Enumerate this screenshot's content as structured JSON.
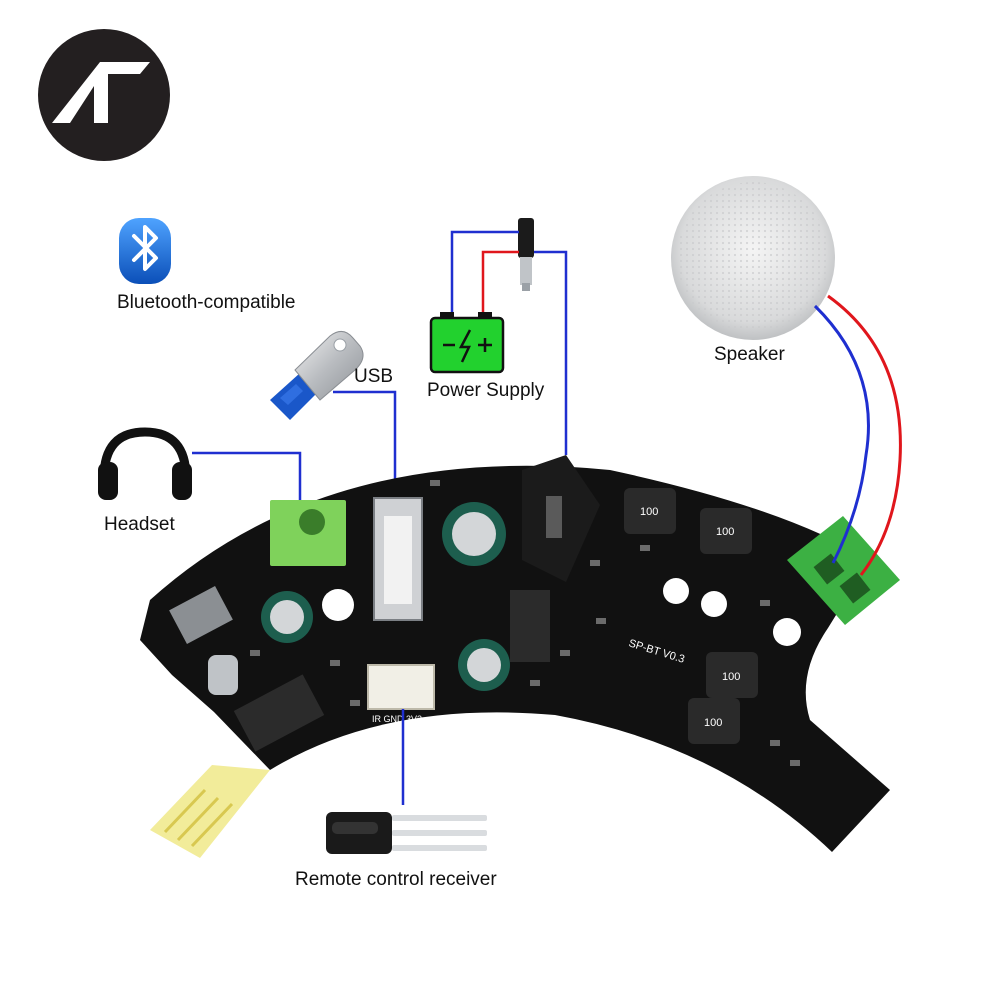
{
  "brand": {
    "logo_text": "AT",
    "logo_color": "#231f20"
  },
  "labels": {
    "bluetooth": "Bluetooth-compatible",
    "usb": "USB",
    "power_supply": "Power Supply",
    "speaker": "Speaker",
    "headset": "Headset",
    "remote_receiver": "Remote control receiver"
  },
  "board": {
    "model_text": "SP-BT  V0.3",
    "inductor_marking": "100",
    "ir_pin_text": "IR GND 3V3",
    "color": "#111111"
  },
  "colors": {
    "wire_blue": "#1f2fd0",
    "wire_red": "#e0161c",
    "battery_green": "#22d12e",
    "terminal_green": "#3cb043",
    "bluetooth_blue": "#1e6fd8"
  },
  "icons": [
    "bluetooth-icon",
    "usb-drive-icon",
    "battery-icon",
    "dc-plug-icon",
    "speaker-icon",
    "headphones-icon",
    "ir-receiver-icon"
  ]
}
